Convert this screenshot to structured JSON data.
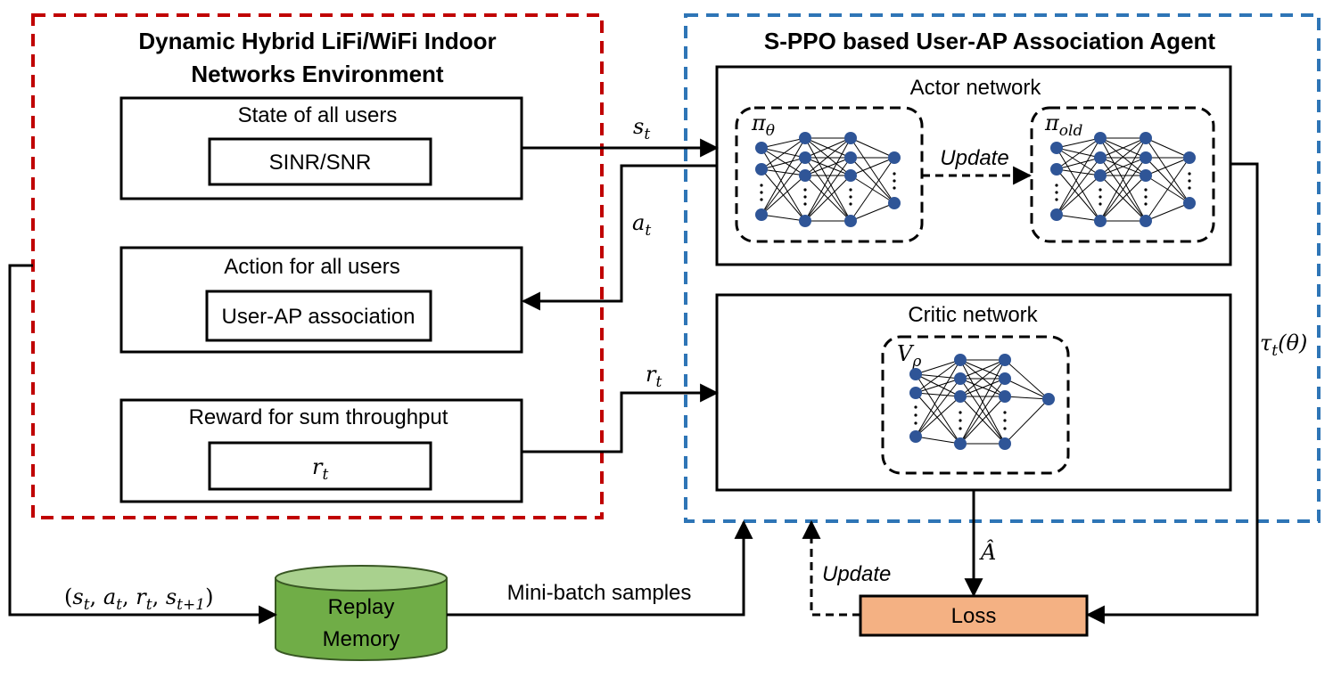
{
  "environment": {
    "title_line1": "Dynamic Hybrid LiFi/WiFi Indoor",
    "title_line2": "Networks Environment",
    "state_box": {
      "title": "State of all users",
      "inner": "SINR/SNR"
    },
    "action_box": {
      "title": "Action for all users",
      "inner": "User-AP association"
    },
    "reward_box": {
      "title": "Reward for sum throughput",
      "inner_main": "r",
      "inner_sub": "t"
    }
  },
  "agent": {
    "title": "S-PPO based User-AP Association Agent",
    "actor": {
      "title": "Actor network",
      "policy_theta": {
        "main": "π",
        "sub": "θ"
      },
      "policy_old": {
        "main": "π",
        "sub": "old"
      },
      "update_label": "Update"
    },
    "critic": {
      "title": "Critic network",
      "value": {
        "main": "V",
        "sub": "ρ"
      }
    }
  },
  "signals": {
    "state": {
      "main": "s",
      "sub": "t"
    },
    "action": {
      "main": "a",
      "sub": "t"
    },
    "reward": {
      "main": "r",
      "sub": "t"
    },
    "ratio": {
      "main": "τ",
      "sub": "t",
      "suffix": "(θ)"
    },
    "advantage": "Â",
    "tuple": {
      "s": "s",
      "a": "a",
      "r": "r",
      "t": "t",
      "t1": "t+1"
    },
    "minibatch": "Mini-batch samples"
  },
  "replay_memory": {
    "line1": "Replay",
    "line2": "Memory"
  },
  "loss": {
    "label": "Loss",
    "update_label": "Update"
  },
  "colors": {
    "env_border": "#c00000",
    "agent_border": "#2e75b6",
    "node": "#2f5597",
    "replay_fill": "#70ad47",
    "replay_top": "#a9d18e",
    "loss_fill": "#f4b183"
  }
}
